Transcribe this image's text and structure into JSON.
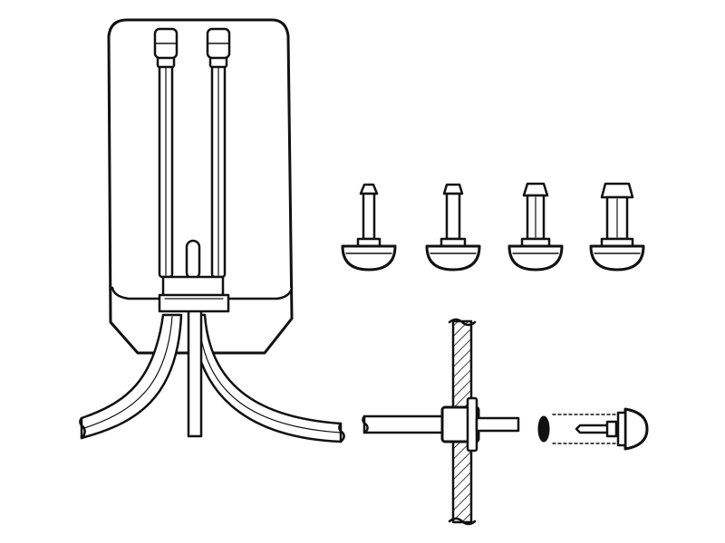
{
  "figure": {
    "type": "line-drawing",
    "subject": "washer-nozzle-and-hose-assembly",
    "stroke_color": "#111111",
    "fill_color": "#ffffff",
    "nozzle_variants": [
      "nozzle-size-1",
      "nozzle-size-2",
      "nozzle-size-3",
      "nozzle-size-4"
    ]
  }
}
